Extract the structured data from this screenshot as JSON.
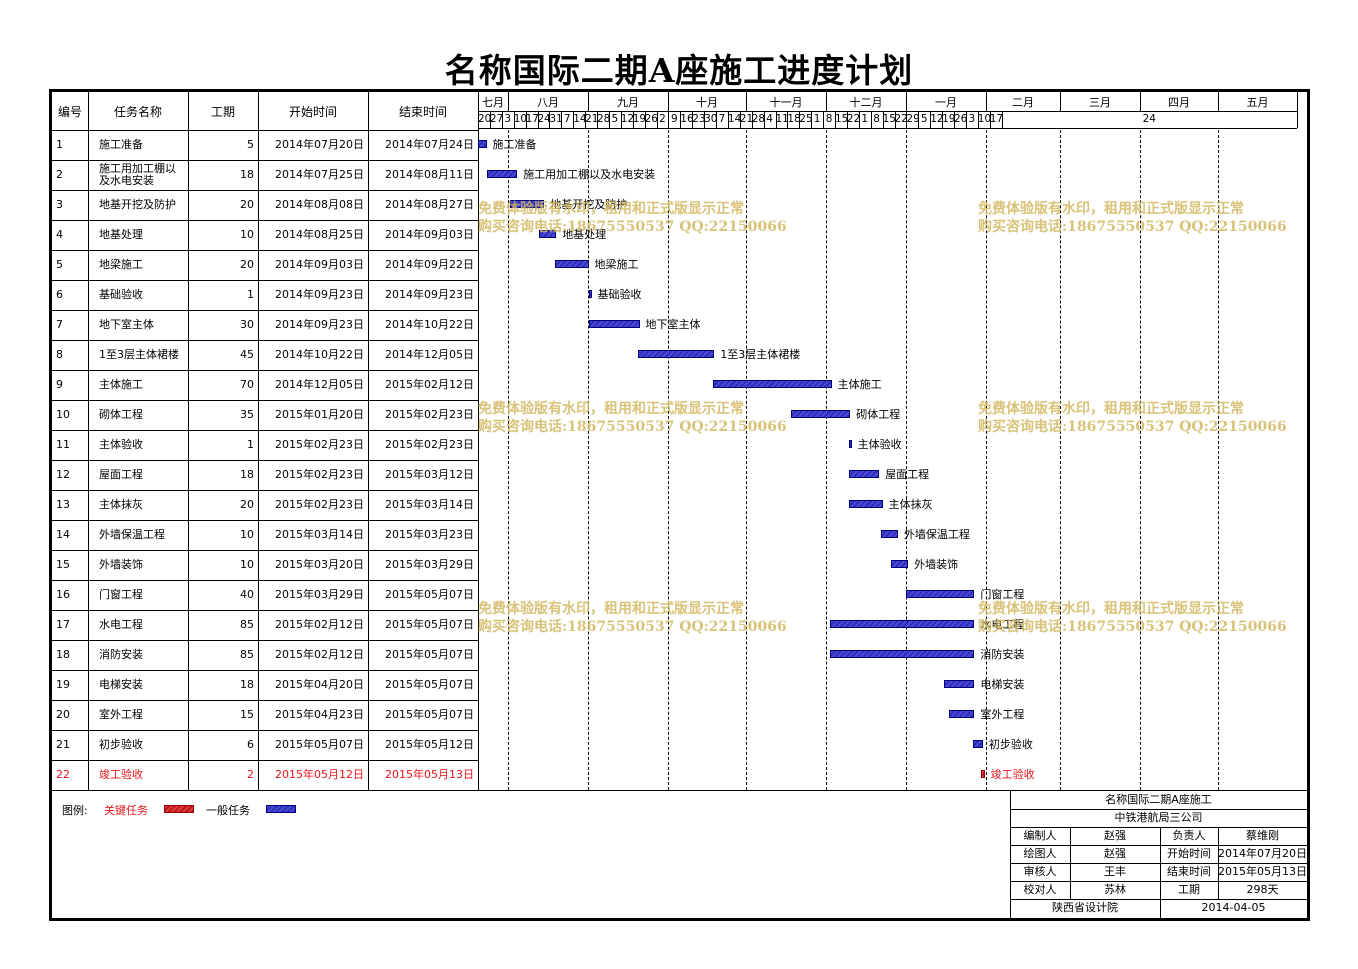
{
  "title": "名称国际二期A座施工进度计划",
  "headers": {
    "no": "编号",
    "name": "任务名称",
    "dur": "工期",
    "start": "开始时间",
    "end": "结束时间"
  },
  "months": [
    "七月",
    "八月",
    "九月",
    "十月",
    "十一月",
    "十二月",
    "一月",
    "二月",
    "三月",
    "四月",
    "五月"
  ],
  "days": [
    20,
    27,
    3,
    10,
    17,
    24,
    31,
    7,
    14,
    21,
    28,
    5,
    12,
    19,
    26,
    2,
    9,
    16,
    23,
    30,
    7,
    14,
    21,
    28,
    4,
    11,
    18,
    25,
    1,
    8,
    15,
    22,
    1,
    8,
    15,
    22,
    29,
    5,
    12,
    19,
    26,
    3,
    10,
    17,
    24
  ],
  "tasks": [
    {
      "no": "1",
      "name": "施工准备",
      "dur": "5",
      "start": "2014年07月20日",
      "end": "2014年07月24日",
      "label": "施工准备",
      "crit": false
    },
    {
      "no": "2",
      "name": "施工用加工棚以及水电安装",
      "dur": "18",
      "start": "2014年07月25日",
      "end": "2014年08月11日",
      "label": "施工用加工棚以及水电安装",
      "crit": false
    },
    {
      "no": "3",
      "name": "地基开挖及防护",
      "dur": "20",
      "start": "2014年08月08日",
      "end": "2014年08月27日",
      "label": "地基开挖及防护",
      "crit": false
    },
    {
      "no": "4",
      "name": "地基处理",
      "dur": "10",
      "start": "2014年08月25日",
      "end": "2014年09月03日",
      "label": "地基处理",
      "crit": false
    },
    {
      "no": "5",
      "name": "地梁施工",
      "dur": "20",
      "start": "2014年09月03日",
      "end": "2014年09月22日",
      "label": "地梁施工",
      "crit": false
    },
    {
      "no": "6",
      "name": "基础验收",
      "dur": "1",
      "start": "2014年09月23日",
      "end": "2014年09月23日",
      "label": "基础验收",
      "crit": false
    },
    {
      "no": "7",
      "name": "地下室主体",
      "dur": "30",
      "start": "2014年09月23日",
      "end": "2014年10月22日",
      "label": "地下室主体",
      "crit": false
    },
    {
      "no": "8",
      "name": "1至3层主体裙楼",
      "dur": "45",
      "start": "2014年10月22日",
      "end": "2014年12月05日",
      "label": "1至3层主体裙楼",
      "crit": false
    },
    {
      "no": "9",
      "name": "主体施工",
      "dur": "70",
      "start": "2014年12月05日",
      "end": "2015年02月12日",
      "label": "主体施工",
      "crit": false
    },
    {
      "no": "10",
      "name": "砌体工程",
      "dur": "35",
      "start": "2015年01月20日",
      "end": "2015年02月23日",
      "label": "砌体工程",
      "crit": false
    },
    {
      "no": "11",
      "name": "主体验收",
      "dur": "1",
      "start": "2015年02月23日",
      "end": "2015年02月23日",
      "label": "主体验收",
      "crit": false
    },
    {
      "no": "12",
      "name": "屋面工程",
      "dur": "18",
      "start": "2015年02月23日",
      "end": "2015年03月12日",
      "label": "屋面工程",
      "crit": false
    },
    {
      "no": "13",
      "name": "主体抹灰",
      "dur": "20",
      "start": "2015年02月23日",
      "end": "2015年03月14日",
      "label": "主体抹灰",
      "crit": false
    },
    {
      "no": "14",
      "name": "外墙保温工程",
      "dur": "10",
      "start": "2015年03月14日",
      "end": "2015年03月23日",
      "label": "外墙保温工程",
      "crit": false
    },
    {
      "no": "15",
      "name": "外墙装饰",
      "dur": "10",
      "start": "2015年03月20日",
      "end": "2015年03月29日",
      "label": "外墙装饰",
      "crit": false
    },
    {
      "no": "16",
      "name": "门窗工程",
      "dur": "40",
      "start": "2015年03月29日",
      "end": "2015年05月07日",
      "label": "门窗工程",
      "crit": false
    },
    {
      "no": "17",
      "name": "水电工程",
      "dur": "85",
      "start": "2015年02月12日",
      "end": "2015年05月07日",
      "label": "水电工程",
      "crit": false
    },
    {
      "no": "18",
      "name": "消防安装",
      "dur": "85",
      "start": "2015年02月12日",
      "end": "2015年05月07日",
      "label": "消防安装",
      "crit": false
    },
    {
      "no": "19",
      "name": "电梯安装",
      "dur": "18",
      "start": "2015年04月20日",
      "end": "2015年05月07日",
      "label": "电梯安装",
      "crit": false
    },
    {
      "no": "20",
      "name": "室外工程",
      "dur": "15",
      "start": "2015年04月23日",
      "end": "2015年05月07日",
      "label": "室外工程",
      "crit": false
    },
    {
      "no": "21",
      "name": "初步验收",
      "dur": "6",
      "start": "2015年05月07日",
      "end": "2015年05月12日",
      "label": "初步验收",
      "crit": false
    },
    {
      "no": "22",
      "name": "竣工验收",
      "dur": "2",
      "start": "2015年05月12日",
      "end": "2015年05月13日",
      "label": "竣工验收",
      "crit": true
    }
  ],
  "chart_data": {
    "type": "gantt",
    "title": "名称国际二期A座施工进度计划",
    "x_range": [
      "2014-07-20",
      "2015-05-31"
    ],
    "bars": [
      {
        "task": "施工准备",
        "start": "2014-07-20",
        "end": "2014-07-24",
        "critical": false
      },
      {
        "task": "施工用加工棚以及水电安装",
        "start": "2014-07-25",
        "end": "2014-08-11",
        "critical": false
      },
      {
        "task": "地基开挖及防护",
        "start": "2014-08-08",
        "end": "2014-08-27",
        "critical": false
      },
      {
        "task": "地基处理",
        "start": "2014-08-25",
        "end": "2014-09-03",
        "critical": false
      },
      {
        "task": "地梁施工",
        "start": "2014-09-03",
        "end": "2014-09-22",
        "critical": false
      },
      {
        "task": "基础验收",
        "start": "2014-09-23",
        "end": "2014-09-23",
        "critical": false
      },
      {
        "task": "地下室主体",
        "start": "2014-09-23",
        "end": "2014-10-22",
        "critical": false
      },
      {
        "task": "1至3层主体裙楼",
        "start": "2014-10-22",
        "end": "2014-12-05",
        "critical": false
      },
      {
        "task": "主体施工",
        "start": "2014-12-05",
        "end": "2015-02-12",
        "critical": false
      },
      {
        "task": "砌体工程",
        "start": "2015-01-20",
        "end": "2015-02-23",
        "critical": false
      },
      {
        "task": "主体验收",
        "start": "2015-02-23",
        "end": "2015-02-23",
        "critical": false
      },
      {
        "task": "屋面工程",
        "start": "2015-02-23",
        "end": "2015-03-12",
        "critical": false
      },
      {
        "task": "主体抹灰",
        "start": "2015-02-23",
        "end": "2015-03-14",
        "critical": false
      },
      {
        "task": "外墙保温工程",
        "start": "2015-03-14",
        "end": "2015-03-23",
        "critical": false
      },
      {
        "task": "外墙装饰",
        "start": "2015-03-20",
        "end": "2015-03-29",
        "critical": false
      },
      {
        "task": "门窗工程",
        "start": "2015-03-29",
        "end": "2015-05-07",
        "critical": false
      },
      {
        "task": "水电工程",
        "start": "2015-02-12",
        "end": "2015-05-07",
        "critical": false
      },
      {
        "task": "消防安装",
        "start": "2015-02-12",
        "end": "2015-05-07",
        "critical": false
      },
      {
        "task": "电梯安装",
        "start": "2015-04-20",
        "end": "2015-05-07",
        "critical": false
      },
      {
        "task": "室外工程",
        "start": "2015-04-23",
        "end": "2015-05-07",
        "critical": false
      },
      {
        "task": "初步验收",
        "start": "2015-05-07",
        "end": "2015-05-12",
        "critical": false
      },
      {
        "task": "竣工验收",
        "start": "2015-05-12",
        "end": "2015-05-13",
        "critical": true
      }
    ]
  },
  "legend": {
    "label": "图例:",
    "critical": "关键任务",
    "normal": "一般任务",
    "critical_color": "#e63a3a",
    "normal_color": "#3a3ac8"
  },
  "watermark": {
    "line1": "免费体验版有水印，租用和正式版显示正常",
    "line2": "购买咨询电话:18675550537 QQ:22150066"
  },
  "info": {
    "project": "名称国际二期A座施工",
    "company": "中铁港航局三公司",
    "l1": "编制人",
    "v1": "赵强",
    "l2": "负责人",
    "v2": "蔡维刚",
    "l3": "绘图人",
    "v3": "赵强",
    "l4": "开始时间",
    "v4": "2014年07月20日",
    "l5": "审核人",
    "v5": "王丰",
    "l6": "结束时间",
    "v6": "2015年05月13日",
    "l7": "校对人",
    "v7": "苏林",
    "l8": "工期",
    "v8": "298天",
    "org": "陕西省设计院",
    "date": "2014-04-05"
  }
}
